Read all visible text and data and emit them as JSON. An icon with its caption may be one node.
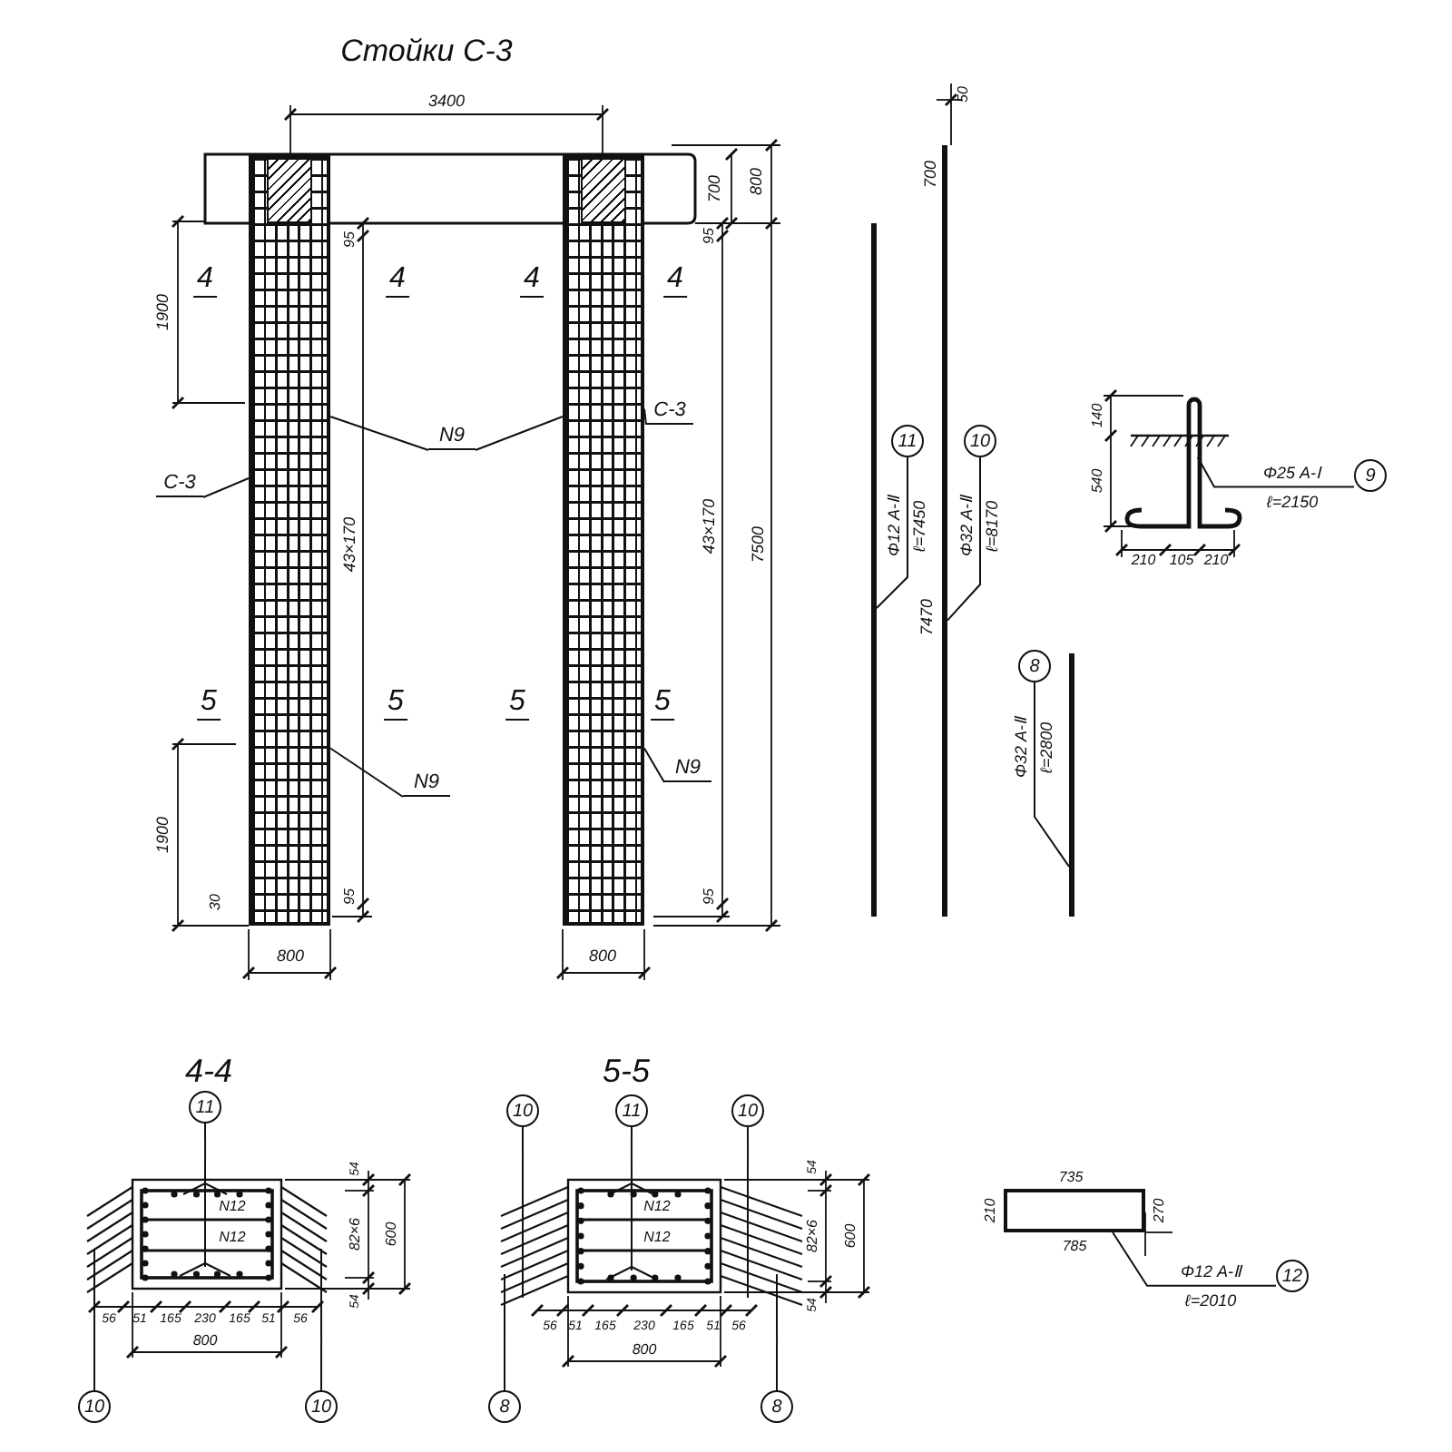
{
  "diagram": {
    "title": "Стойки С-3",
    "nodes": [
      {
        "text": [],
        "shape": "picture"
      },
      {
        "text": [],
        "shape": "picture"
      },
      {
        "text": [
          "С-3"
        ]
      },
      {
        "text": [
          "С-3"
        ]
      },
      {
        "text": [
          "N9"
        ]
      },
      {
        "text": [
          "N9"
        ]
      },
      {
        "text": [
          "N9"
        ]
      },
      {
        "text": [],
        "shape": "bar"
      },
      {
        "text": [],
        "shape": "bar"
      },
      {
        "text": [],
        "shape": "bar"
      },
      {
        "text": [
          "11"
        ],
        "beside": [
          "Φ12 А-Ⅱ",
          "ℓ=7450"
        ]
      },
      {
        "text": [
          "10"
        ],
        "beside": [
          "Φ32 А-Ⅱ",
          "ℓ=8170"
        ]
      },
      {
        "text": [
          "8"
        ],
        "beside": [
          "Φ32 А-Ⅱ",
          "ℓ=2800"
        ]
      },
      {
        "text": [],
        "shape": "picture"
      },
      {
        "text": [
          "9"
        ],
        "beside": [
          "Φ25 А-Ⅰ",
          "ℓ=2150"
        ]
      },
      {
        "text": [],
        "shape": "box"
      },
      {
        "text": [
          "12"
        ],
        "beside": [
          "Φ12 А-Ⅱ",
          "ℓ=2010"
        ]
      },
      {
        "text": [],
        "shape": "picture"
      },
      {
        "text": [
          "11"
        ]
      },
      {
        "text": [
          "10"
        ]
      },
      {
        "text": [
          "10"
        ]
      },
      {
        "text": [],
        "shape": "picture"
      },
      {
        "text": [
          "10"
        ]
      },
      {
        "text": [
          "11"
        ]
      },
      {
        "text": [
          "10"
        ]
      },
      {
        "text": [
          "8"
        ]
      },
      {
        "text": [
          "8"
        ]
      }
    ],
    "edges": [
      {
        "from": 2,
        "to": 0,
        "arrow": "none"
      },
      {
        "from": 3,
        "to": 1,
        "arrow": "none"
      },
      {
        "from": 4,
        "to": 0,
        "arrow": "none"
      },
      {
        "from": 4,
        "to": 1,
        "arrow": "none"
      },
      {
        "from": 5,
        "to": 0,
        "arrow": "none"
      },
      {
        "from": 6,
        "to": 1,
        "arrow": "none"
      },
      {
        "from": 10,
        "to": 7,
        "arrow": "none"
      },
      {
        "from": 11,
        "to": 8,
        "arrow": "none"
      },
      {
        "from": 12,
        "to": 9,
        "arrow": "none"
      },
      {
        "from": 14,
        "to": 13,
        "arrow": "none"
      },
      {
        "from": 16,
        "to": 15,
        "arrow": "none"
      },
      {
        "from": 18,
        "to": 17,
        "arrow": "none"
      },
      {
        "from": 19,
        "to": 17,
        "arrow": "none"
      },
      {
        "from": 20,
        "to": 17,
        "arrow": "none"
      },
      {
        "from": 22,
        "to": 21,
        "arrow": "none"
      },
      {
        "from": 23,
        "to": 21,
        "arrow": "none"
      },
      {
        "from": 24,
        "to": 21,
        "arrow": "none"
      },
      {
        "from": 25,
        "to": 21,
        "arrow": "none"
      },
      {
        "from": 26,
        "to": 21,
        "arrow": "none"
      }
    ],
    "labels": [
      "3400",
      "700",
      "800",
      "95",
      "95",
      "4",
      "4",
      "4",
      "4",
      "1900",
      "43×170",
      "43×170",
      "7500",
      "5",
      "5",
      "5",
      "5",
      "1900",
      "30",
      "95",
      "95",
      "800",
      "800",
      "50",
      "700",
      "7470",
      "140",
      "540",
      "210",
      "105",
      "210",
      "4-4",
      "5-5",
      "735",
      "210",
      "785",
      "270",
      "N12",
      "N12",
      "54",
      "82×6",
      "600",
      "54",
      "56",
      "51",
      "165",
      "230",
      "165",
      "51",
      "56",
      "800",
      "N12",
      "N12",
      "54",
      "82×6",
      "600",
      "54",
      "56",
      "51",
      "165",
      "230",
      "165",
      "51",
      "56",
      "800"
    ]
  }
}
